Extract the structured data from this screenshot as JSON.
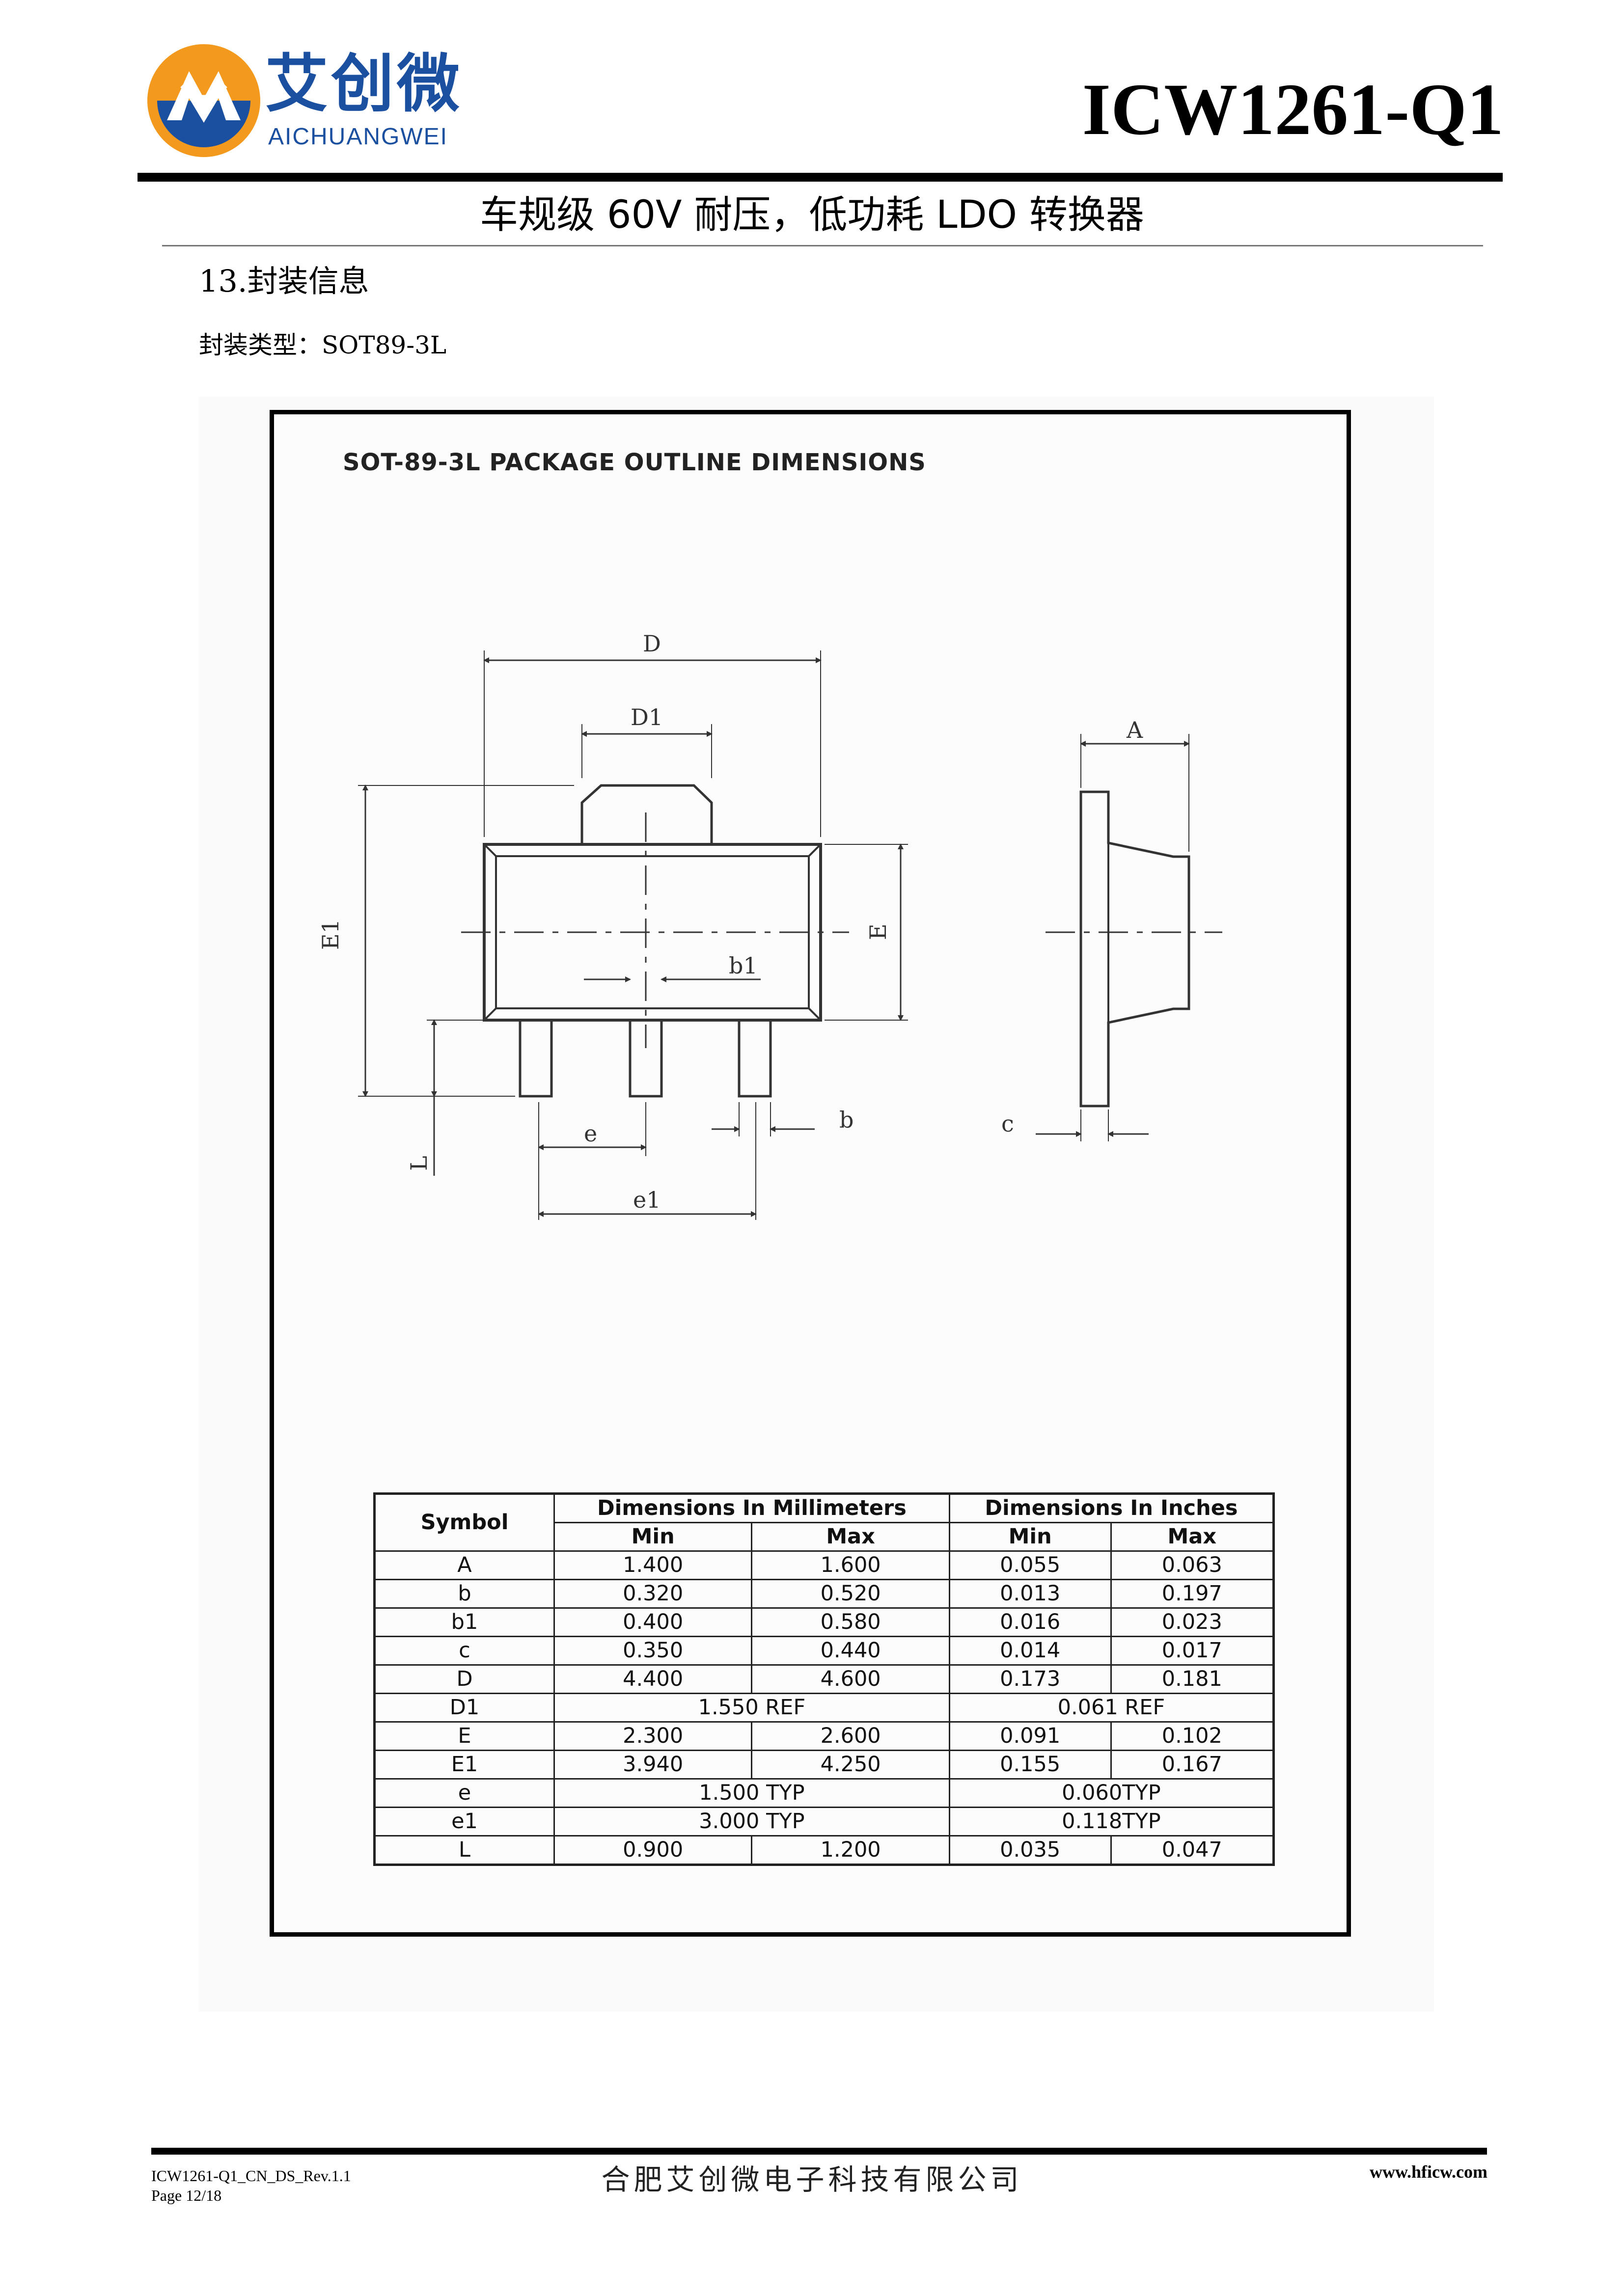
{
  "header": {
    "logo_cn": "艾创微",
    "logo_en": "AICHUANGWEI",
    "part_number": "ICW1261-Q1",
    "subtitle": "车规级 60V 耐压，低功耗 LDO 转换器"
  },
  "section": {
    "title": "13.封装信息",
    "package_type": "封装类型：SOT89-3L"
  },
  "drawing": {
    "title": "SOT-89-3L  PACKAGE  OUTLINE  DIMENSIONS",
    "labels": {
      "D": "D",
      "D1": "D1",
      "A": "A",
      "E1": "E1",
      "E": "E",
      "b1": "b1",
      "b": "b",
      "c": "c",
      "L": "L",
      "e": "e",
      "e1": "e1"
    }
  },
  "table": {
    "symbol_header": "Symbol",
    "mm_header": "Dimensions In Millimeters",
    "in_header": "Dimensions In Inches",
    "min_label": "Min",
    "max_label": "Max",
    "rows": {
      "A": {
        "symbol": "A",
        "mm_min": "1.400",
        "mm_max": "1.600",
        "in_min": "0.055",
        "in_max": "0.063"
      },
      "b": {
        "symbol": "b",
        "mm_min": "0.320",
        "mm_max": "0.520",
        "in_min": "0.013",
        "in_max": "0.197"
      },
      "b1": {
        "symbol": "b1",
        "mm_min": "0.400",
        "mm_max": "0.580",
        "in_min": "0.016",
        "in_max": "0.023"
      },
      "c": {
        "symbol": "c",
        "mm_min": "0.350",
        "mm_max": "0.440",
        "in_min": "0.014",
        "in_max": "0.017"
      },
      "D": {
        "symbol": "D",
        "mm_min": "4.400",
        "mm_max": "4.600",
        "in_min": "0.173",
        "in_max": "0.181"
      },
      "D1": {
        "symbol": "D1",
        "mm": "1.550 REF",
        "in": "0.061 REF"
      },
      "E": {
        "symbol": "E",
        "mm_min": "2.300",
        "mm_max": "2.600",
        "in_min": "0.091",
        "in_max": "0.102"
      },
      "E1": {
        "symbol": "E1",
        "mm_min": "3.940",
        "mm_max": "4.250",
        "in_min": "0.155",
        "in_max": "0.167"
      },
      "e": {
        "symbol": "e",
        "mm": "1.500 TYP",
        "in": "0.060TYP"
      },
      "e1": {
        "symbol": "e1",
        "mm": "3.000 TYP",
        "in": "0.118TYP"
      },
      "L": {
        "symbol": "L",
        "mm_min": "0.900",
        "mm_max": "1.200",
        "in_min": "0.035",
        "in_max": "0.047"
      }
    }
  },
  "footer": {
    "doc_id": "ICW1261-Q1_CN_DS_Rev.1.1",
    "page": "Page 12/18",
    "company": "合肥艾创微电子科技有限公司",
    "url": "www.hficw.com"
  },
  "colors": {
    "logo_orange": "#f39a1e",
    "logo_blue": "#1b4fa0"
  }
}
